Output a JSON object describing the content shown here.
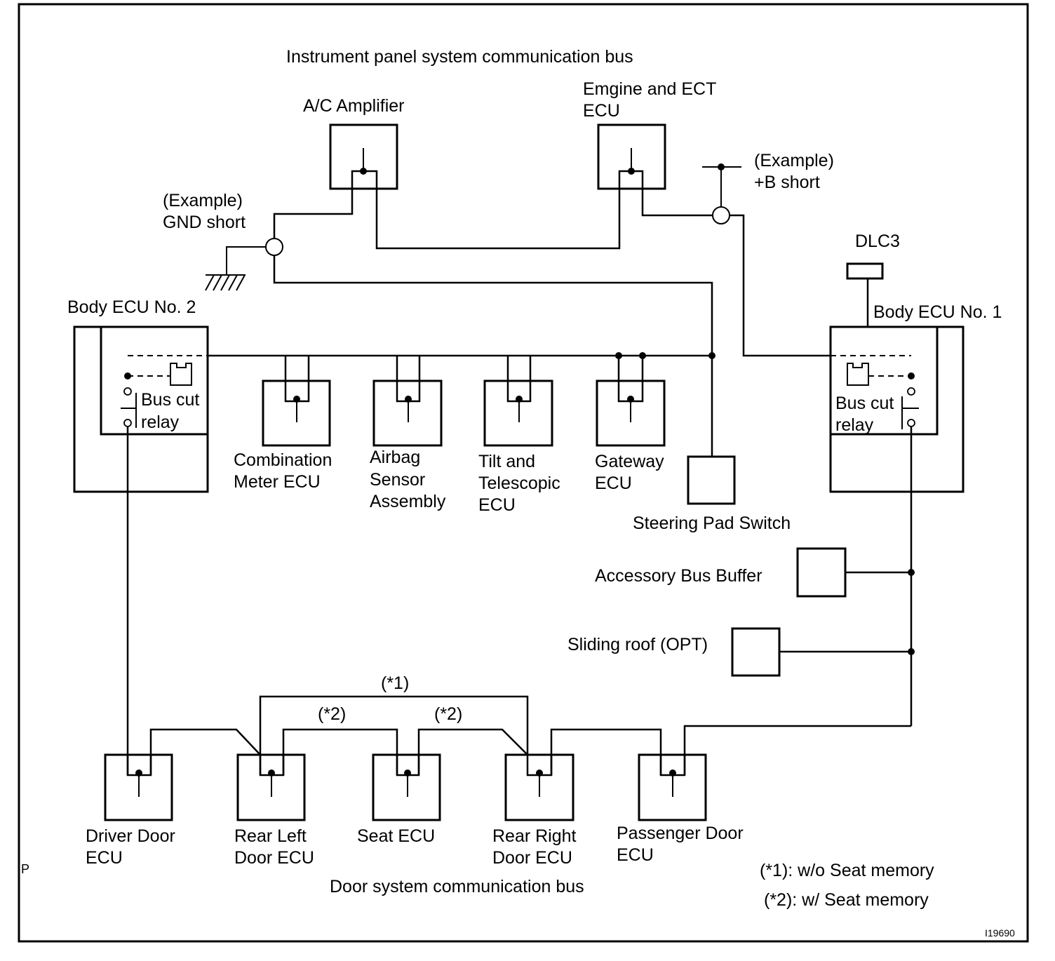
{
  "titles": {
    "instrument_bus": "Instrument panel system communication bus",
    "door_bus": "Door system communication bus"
  },
  "components": {
    "ac_amplifier": "A/C Amplifier",
    "engine_ecu": [
      "Emgine and ECT",
      "ECU"
    ],
    "body_ecu_2": "Body ECU No. 2",
    "body_ecu_1": "Body ECU No. 1",
    "dlc3": "DLC3",
    "combination_meter": [
      "Combination",
      "Meter ECU"
    ],
    "airbag_sensor": [
      "Airbag",
      "Sensor",
      "Assembly"
    ],
    "tilt_telescopic": [
      "Tilt and",
      "Telescopic",
      "ECU"
    ],
    "gateway": [
      "Gateway",
      "ECU"
    ],
    "steering_pad": "Steering Pad Switch",
    "accessory_bus_buffer": "Accessory Bus Buffer",
    "sliding_roof": "Sliding roof (OPT)",
    "driver_door": [
      "Driver Door",
      "ECU"
    ],
    "rear_left_door": [
      "Rear Left",
      "Door ECU"
    ],
    "seat_ecu": "Seat ECU",
    "rear_right_door": [
      "Rear Right",
      "Door ECU"
    ],
    "passenger_door": [
      "Passenger Door",
      "ECU"
    ]
  },
  "relay_label": [
    "Bus cut",
    "relay"
  ],
  "relay_label_right": [
    "Bus cut",
    "relay"
  ],
  "examples": {
    "gnd": [
      "(Example)",
      "GND short"
    ],
    "plusb": [
      "(Example)",
      "+B short"
    ]
  },
  "notes": {
    "mark1": "(*1)",
    "mark2a": "(*2)",
    "mark2b": "(*2)",
    "legend1": "(*1): w/o Seat memory",
    "legend2": "(*2): w/ Seat memory"
  },
  "corner_mark": "P",
  "figure_id": "I19690"
}
